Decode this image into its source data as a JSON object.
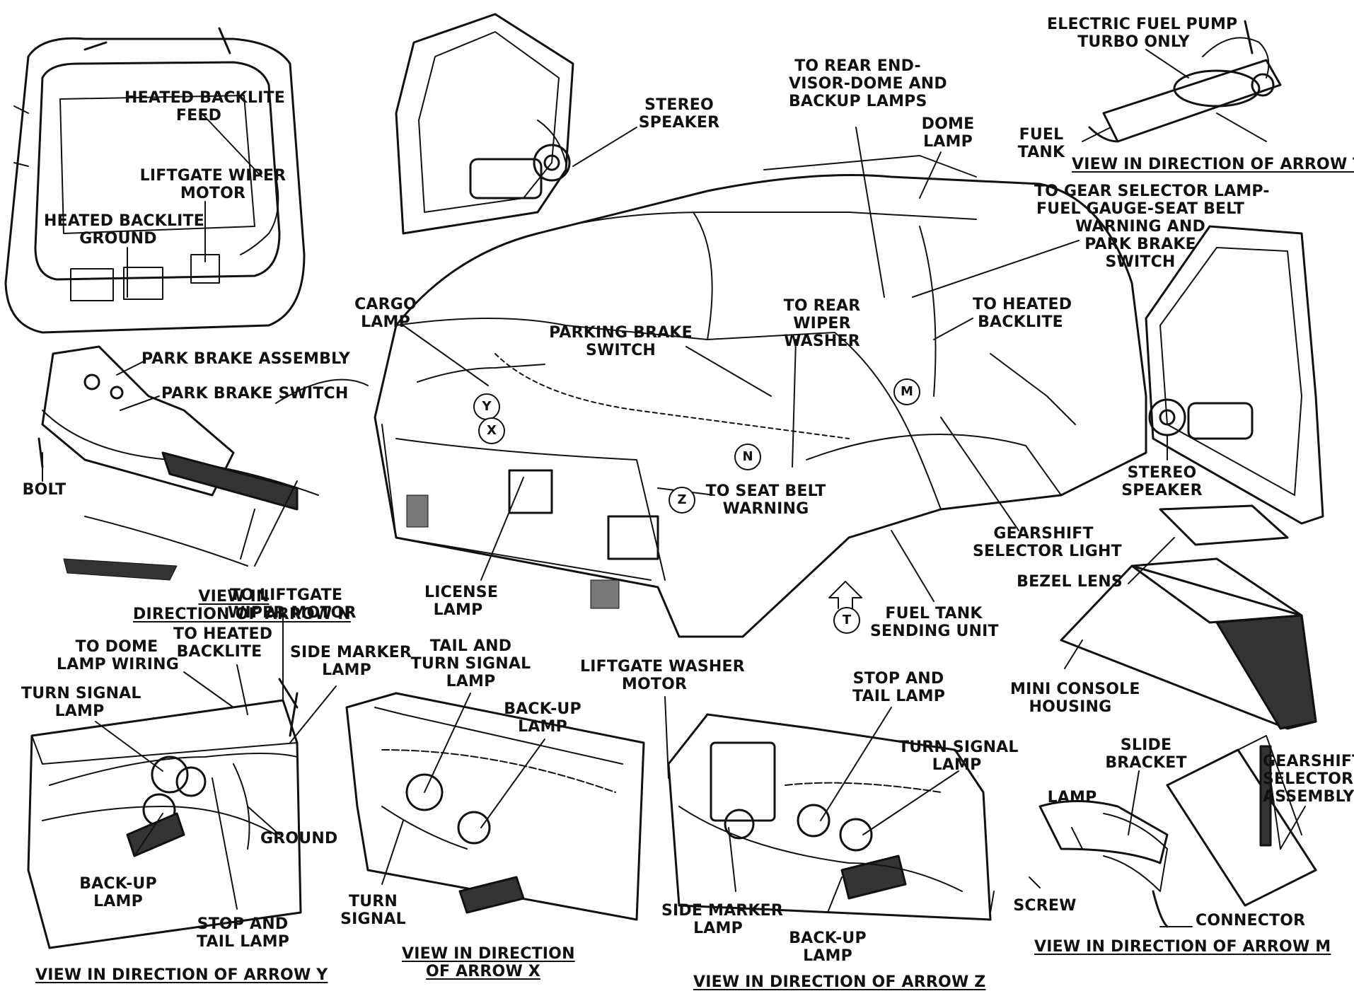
{
  "colors": {
    "ink": "#111111",
    "paper": "#ffffff",
    "shade": "#8a8a8a"
  },
  "labels": {
    "heated_backlite_feed": "HEATED BACKLITE\nFEED",
    "liftgate_wiper_motor": "LIFTGATE WIPER\nMOTOR",
    "heated_backlite_ground": "HEATED BACKLITE\nGROUND",
    "park_brake_assembly": "PARK BRAKE ASSEMBLY",
    "park_brake_switch": "PARK BRAKE SWITCH",
    "bolt": "BOLT",
    "view_arrow_n": "VIEW IN\nDIRECTION OF ARROW N",
    "stereo_speaker_top": "STEREO\nSPEAKER",
    "to_rear_end_lamps": "TO REAR END-\nVISOR-DOME AND\nBACKUP LAMPS",
    "dome_lamp": "DOME\nLAMP",
    "electric_fuel_pump": "ELECTRIC FUEL PUMP\nTURBO ONLY",
    "fuel_tank": "FUEL\nTANK",
    "view_arrow_t": "VIEW IN DIRECTION OF ARROW T",
    "to_gear_selector_lamp": "TO GEAR SELECTOR LAMP-\nFUEL GAUGE-SEAT BELT\nWARNING AND\nPARK BRAKE\nSWITCH",
    "cargo_lamp": "CARGO\nLAMP",
    "parking_brake_switch": "PARKING BRAKE\nSWITCH",
    "to_rear_wiper_washer": "TO REAR\nWIPER\nWASHER",
    "to_heated_backlite_main": "TO HEATED\nBACKLITE",
    "to_seat_belt_warning": "TO SEAT BELT\nWARNING",
    "license_lamp": "LICENSE\nLAMP",
    "gearshift_selector_light": "GEARSHIFT\nSELECTOR LIGHT",
    "stereo_speaker_right": "STEREO\nSPEAKER",
    "bezel_lens": "BEZEL LENS",
    "fuel_tank_sending_unit": "FUEL TANK\nSENDING UNIT",
    "mini_console_housing": "MINI CONSOLE\nHOUSING",
    "to_liftgate_wiper_motor": "TO LIFTGATE\nWIPER MOTOR",
    "to_dome_lamp_wiring": "TO DOME\nLAMP WIRING",
    "to_heated_backlite_y": "TO HEATED\nBACKLITE",
    "side_marker_lamp_y": "SIDE MARKER\nLAMP",
    "turn_signal_lamp_y": "TURN SIGNAL\nLAMP",
    "ground": "GROUND",
    "back_up_lamp_y": "BACK-UP\nLAMP",
    "stop_and_tail_lamp_y": "STOP AND\nTAIL LAMP",
    "view_arrow_y": "VIEW IN DIRECTION OF ARROW Y",
    "tail_and_turn_signal_lamp": "TAIL AND\nTURN SIGNAL\nLAMP",
    "back_up_lamp_x": "BACK-UP\nLAMP",
    "turn_signal_x": "TURN\nSIGNAL",
    "view_arrow_x": "VIEW IN DIRECTION\nOF ARROW X",
    "liftgate_washer_motor": "LIFTGATE WASHER\nMOTOR",
    "stop_and_tail_lamp_z": "STOP AND\nTAIL LAMP",
    "turn_signal_lamp_z": "TURN SIGNAL\nLAMP",
    "side_marker_lamp_z": "SIDE MARKER\nLAMP",
    "back_up_lamp_z": "BACK-UP\nLAMP",
    "view_arrow_z": "VIEW IN DIRECTION OF ARROW Z",
    "slide_bracket": "SLIDE\nBRACKET",
    "gearshift_selector_assembly": "GEARSHIFT\nSELECTOR\nASSEMBLY",
    "lamp_m": "LAMP",
    "screw": "SCREW",
    "connector": "CONNECTOR",
    "view_arrow_m": "VIEW IN DIRECTION OF ARROW M"
  },
  "callouts": {
    "y": "Y",
    "x": "X",
    "n": "N",
    "z": "Z",
    "m": "M",
    "t": "T"
  }
}
